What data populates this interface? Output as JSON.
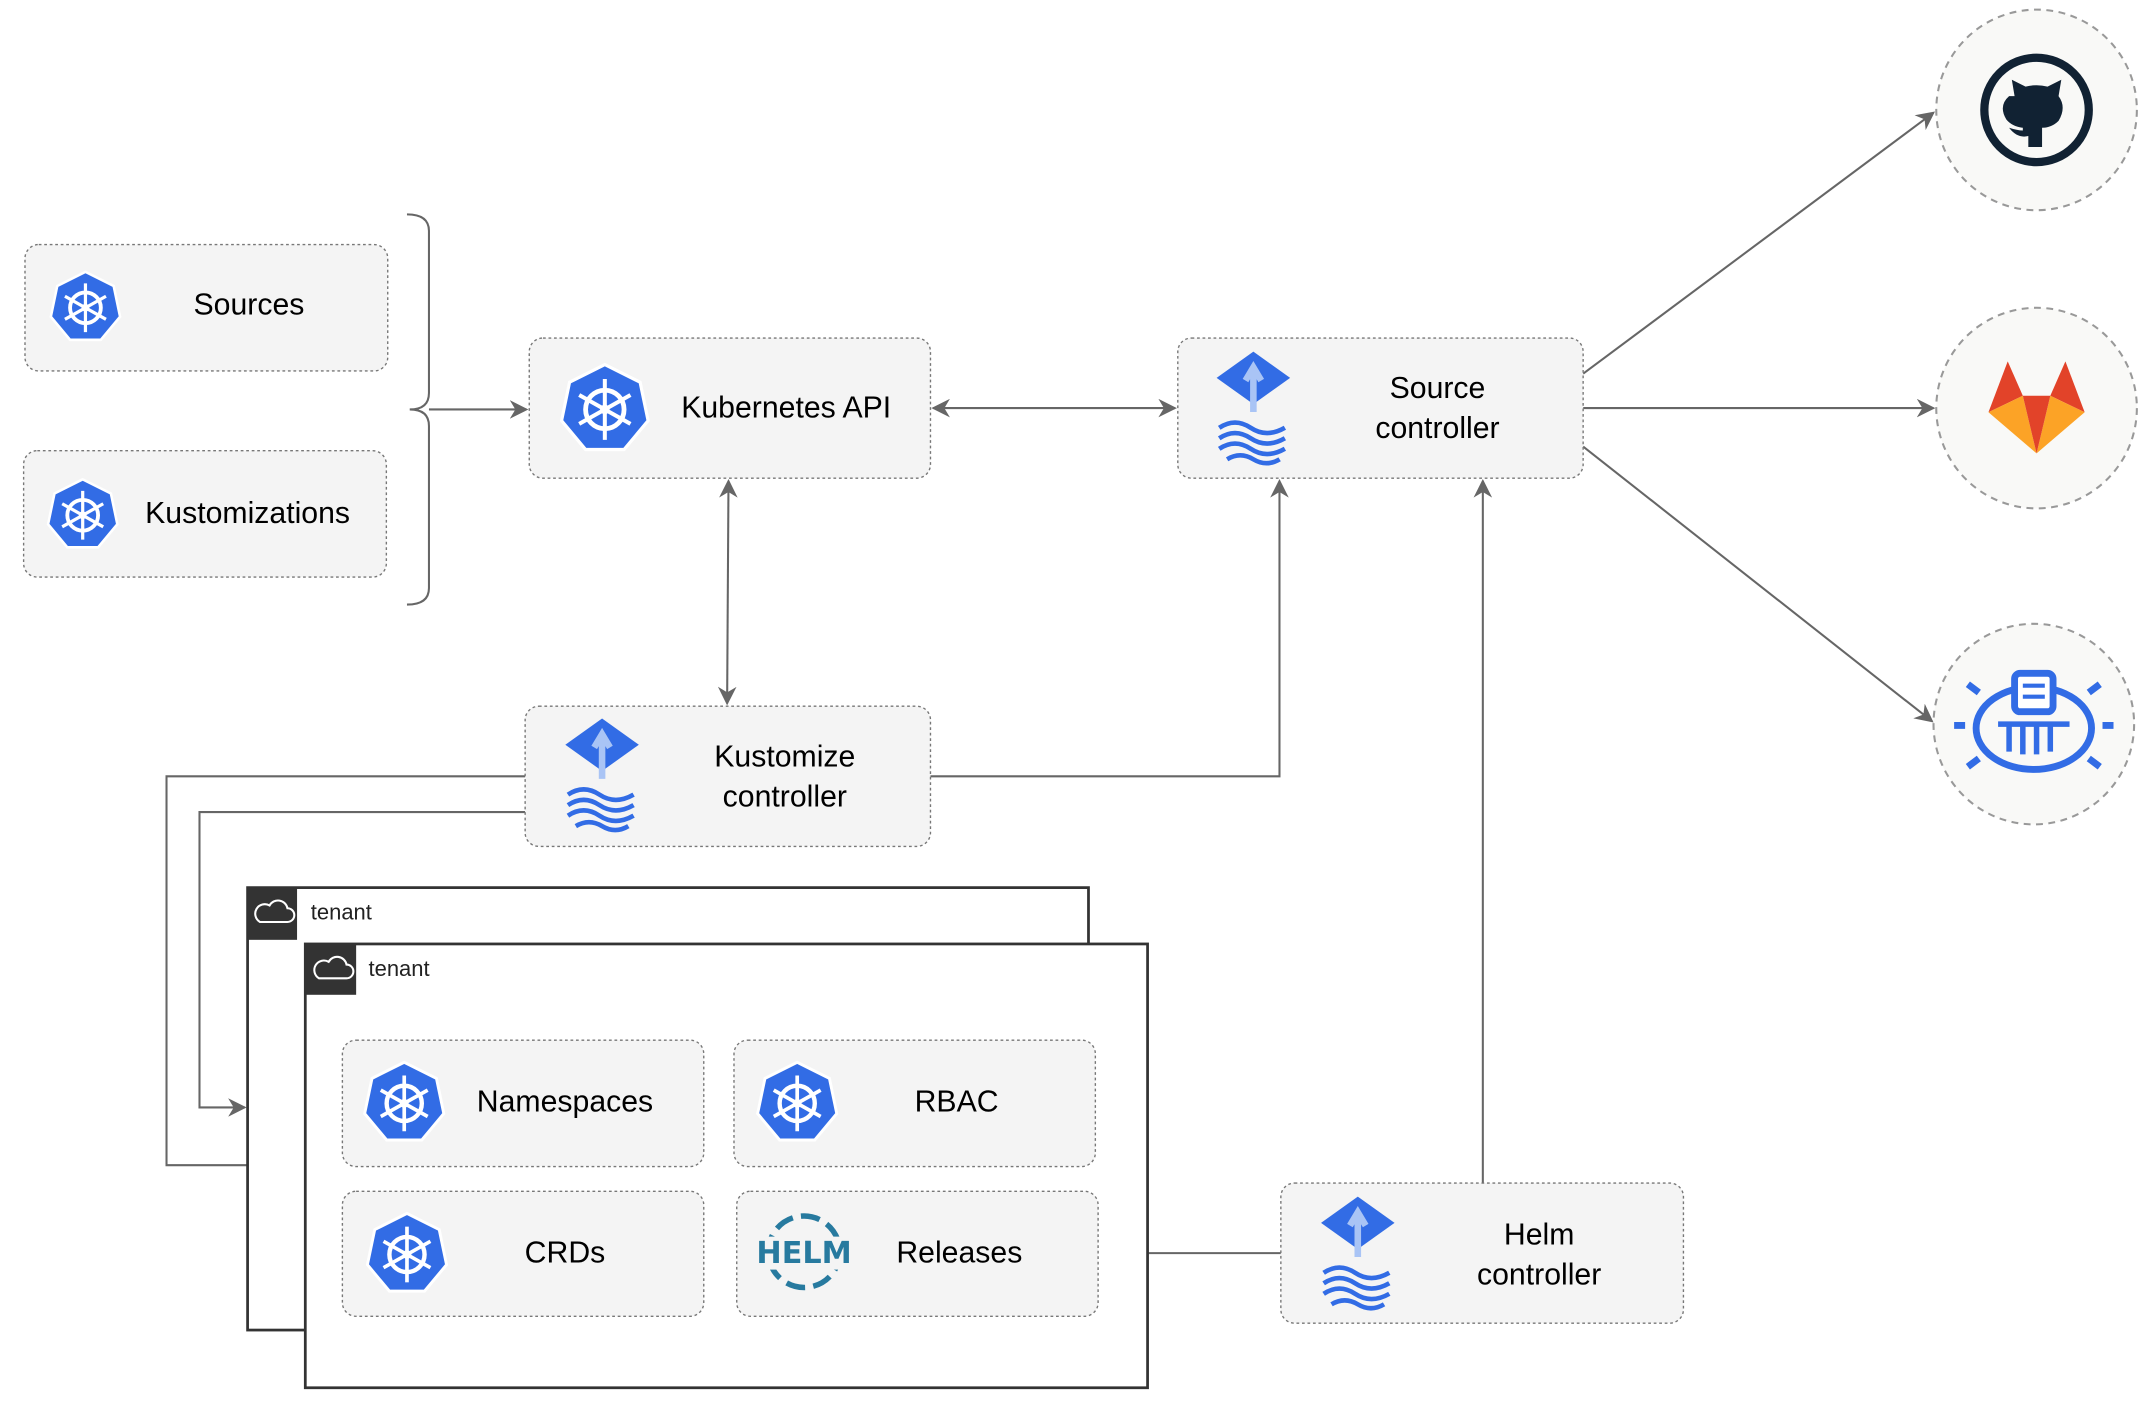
{
  "nodes": {
    "sources": "Sources",
    "kustomizations": "Kustomizations",
    "kubernetes_api": "Kubernetes API",
    "source_controller": [
      "Source",
      "controller"
    ],
    "kustomize_controller": [
      "Kustomize",
      "controller"
    ],
    "helm_controller": [
      "Helm",
      "controller"
    ],
    "namespaces": "Namespaces",
    "rbac": "RBAC",
    "crds": "CRDs",
    "releases": "Releases",
    "helm_logo_text": "HELM"
  },
  "tenants": [
    "tenant",
    "tenant"
  ],
  "external": [
    "github-icon",
    "gitlab-icon",
    "helm-repository-icon"
  ],
  "colors": {
    "k8s_blue": "#326ce5",
    "gitlab_orange": "#e24329",
    "github_dark": "#112233",
    "helm_blue": "#277a9f"
  }
}
